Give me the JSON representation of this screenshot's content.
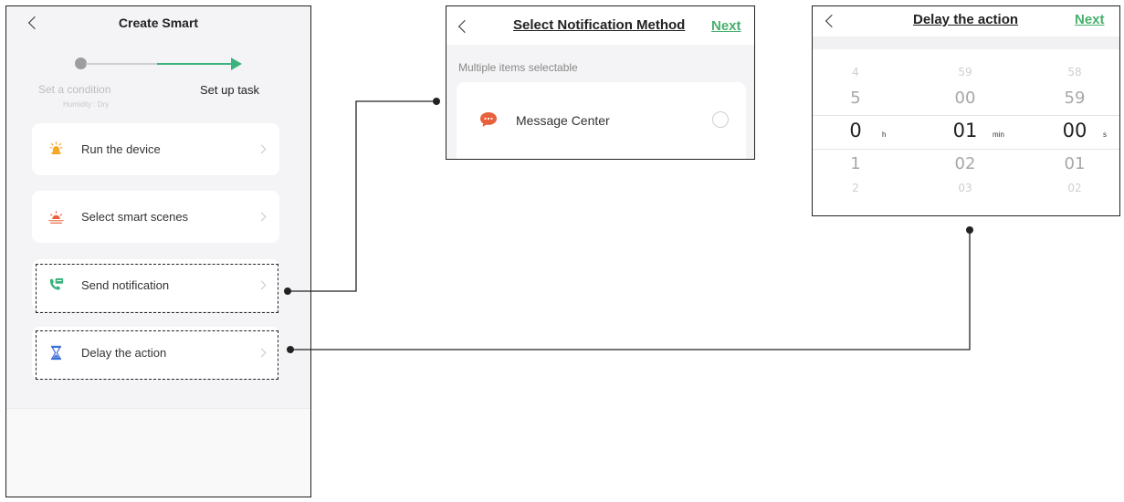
{
  "screen1": {
    "title": "Create Smart",
    "steps": [
      {
        "label": "Set a condition",
        "sublabel": "Humidity : Dry"
      },
      {
        "label": "Set up task"
      }
    ],
    "actions": [
      {
        "label": "Run the device",
        "icon": "device-bulb-icon",
        "color": "#f5a623"
      },
      {
        "label": "Select smart scenes",
        "icon": "sunrise-scene-icon",
        "color": "#e8603c"
      },
      {
        "label": "Send notification",
        "icon": "phone-message-icon",
        "color": "#3bb37e"
      },
      {
        "label": "Delay the action",
        "icon": "hourglass-icon",
        "color": "#3a6fd8"
      }
    ]
  },
  "screen2": {
    "title": "Select Notification Method",
    "next_label": "Next",
    "hint": "Multiple items selectable",
    "option": {
      "label": "Message Center",
      "icon": "message-bubble-icon",
      "color": "#e8603c"
    }
  },
  "screen3": {
    "title": "Delay the action",
    "next_label": "Next",
    "hours": [
      "4",
      "5",
      "0",
      "1",
      "2"
    ],
    "minutes": [
      "59",
      "00",
      "01",
      "02",
      "03"
    ],
    "seconds": [
      "58",
      "59",
      "00",
      "01",
      "02"
    ],
    "unit_h": "h",
    "unit_min": "min",
    "unit_s": "s",
    "selected": {
      "hours": "0",
      "minutes": "01",
      "seconds": "00"
    }
  },
  "colors": {
    "accent_green": "#3bb37e",
    "next_green": "#46b06b"
  }
}
